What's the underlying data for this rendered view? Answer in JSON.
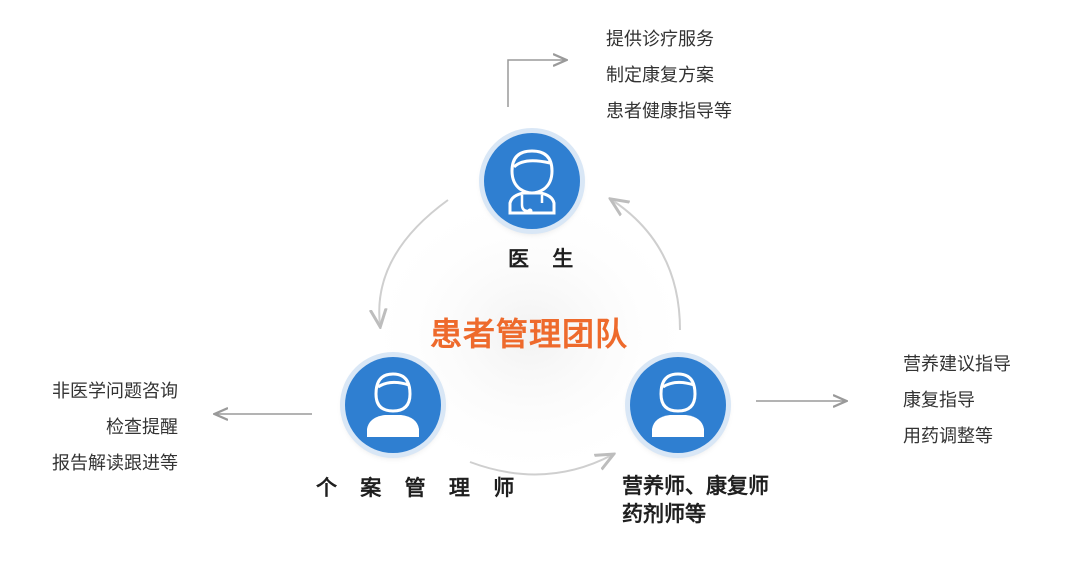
{
  "center_title": "患者管理团队",
  "nodes": {
    "doctor": {
      "label": "医 生",
      "icon": "doctor-icon"
    },
    "case_manager": {
      "label": "个 案 管 理 师",
      "icon": "person-icon"
    },
    "specialists": {
      "label_line1": "营养师、康复师",
      "label_line2": "药剂师等",
      "icon": "person-icon"
    }
  },
  "doctor_duties": [
    "提供诊疗服务",
    "制定康复方案",
    "患者健康指导等"
  ],
  "case_manager_duties": [
    "非医学问题咨询",
    "检查提醒",
    "报告解读跟进等"
  ],
  "specialist_duties": [
    "营养建议指导",
    "康复指导",
    "用药调整等"
  ],
  "colors": {
    "accent": "#ee6a2c",
    "node": "#2f7fd1",
    "arrow": "#9a9a9a",
    "cycle": "#c8c8c8"
  }
}
